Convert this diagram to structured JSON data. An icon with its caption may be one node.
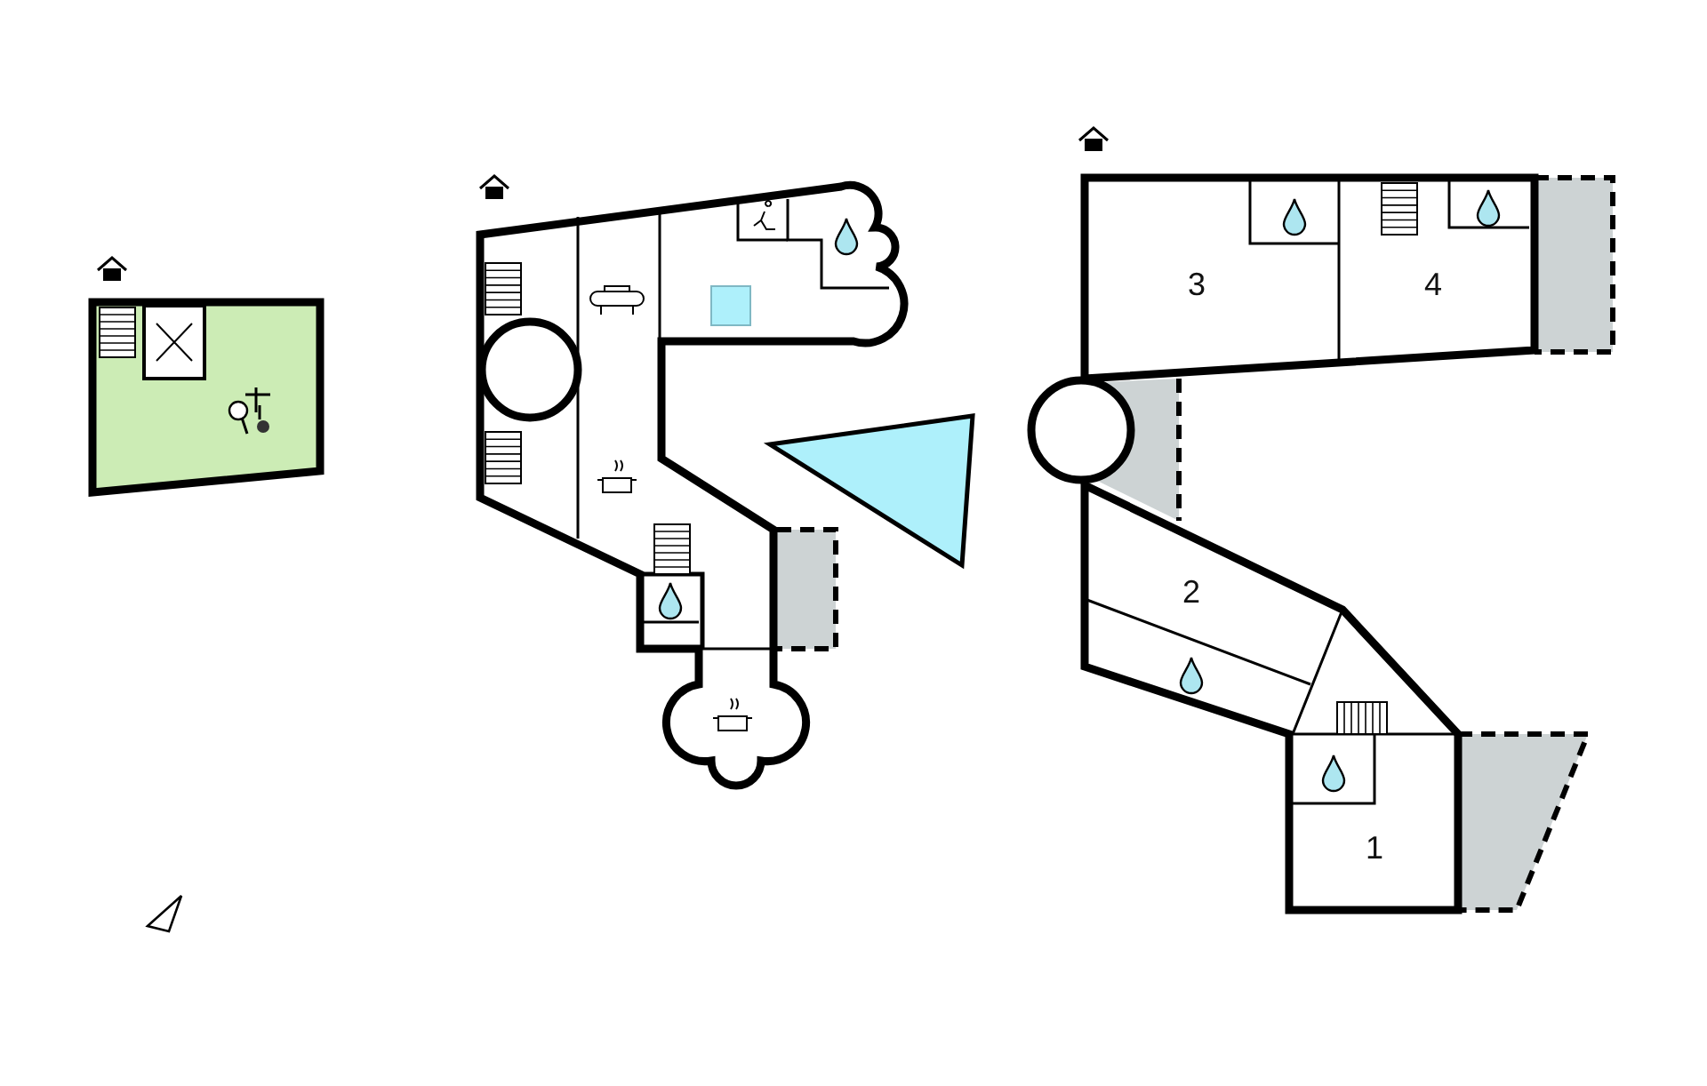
{
  "diagram": {
    "labels": [
      "3",
      "4",
      "2",
      "1"
    ]
  }
}
